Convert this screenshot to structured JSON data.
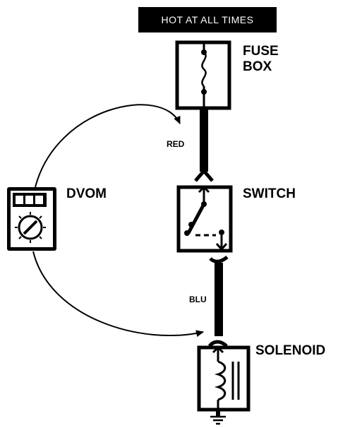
{
  "banner": {
    "text": "HOT AT ALL TIMES"
  },
  "fuse_box": {
    "label_line1": "FUSE",
    "label_line2": "BOX"
  },
  "switch": {
    "label": "SWITCH"
  },
  "solenoid": {
    "label": "SOLENOID"
  },
  "dvom": {
    "label": "DVOM"
  },
  "wires": {
    "top_wire": "RED",
    "bottom_wire": "BLU"
  },
  "colors": {
    "ink": "#000000",
    "paper": "#ffffff"
  },
  "icons": [
    "fuse-icon",
    "switch-icon",
    "coil-icon",
    "ground-icon",
    "meter-icon",
    "probe-arrow-icon"
  ]
}
